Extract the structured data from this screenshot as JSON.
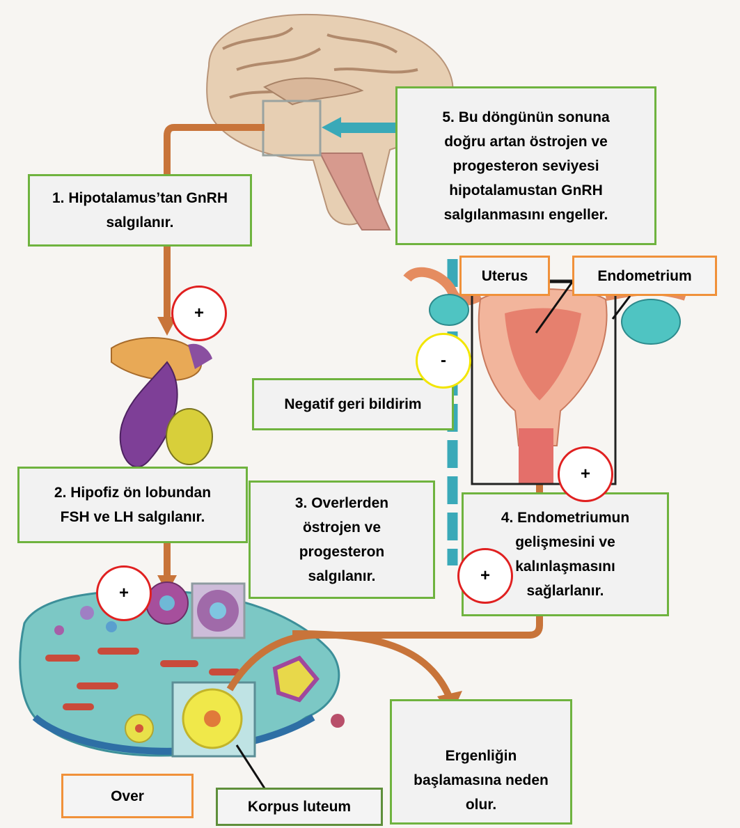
{
  "boxes": {
    "step1": "1. Hipotalamus’tan GnRH\nsalgılanır.",
    "step2": "2. Hipofiz ön lobundan\nFSH ve LH salgılanır.",
    "step3": "3. Overlerden\nöstrojen ve\nprogesteron\nsalgılanır.",
    "step4": "4. Endometriumun\ngelişmesini ve\nkalınlaşmasını\nsağlarlanır.",
    "step5": "5. Bu döngünün sonuna\ndoğru artan östrojen ve\nprogesteron seviyesi\nhipotalamustan GnRH\nsalgılanmasını engeller.",
    "negative_feedback": "Negatif geri bildirim",
    "puberty": "Ergenliğin\nbaşlamasına neden\nolur."
  },
  "labels": {
    "uterus": "Uterus",
    "endometrium": "Endometrium",
    "ovary": "Over",
    "corpus_luteum": "Korpus luteum"
  },
  "signs": {
    "pituitary_plus": "+",
    "ovary_plus": "+",
    "uterus_plus": "+",
    "puberty_plus": "+",
    "feedback_minus": "-"
  },
  "colors": {
    "green_border": "#6fb33f",
    "orange_border": "#f0913a",
    "arrow_orange": "#c8743a",
    "feedback_teal": "#3aa9b8",
    "red_circle": "#e02020",
    "yellow_circle": "#f2e500"
  }
}
